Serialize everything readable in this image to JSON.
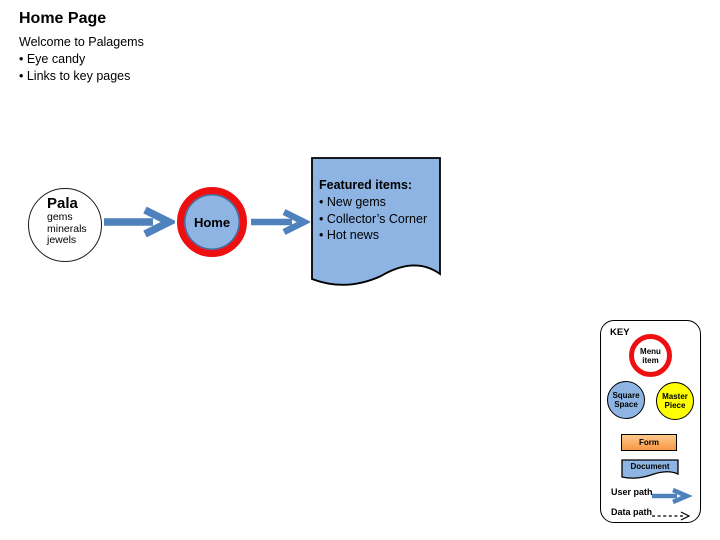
{
  "slide": {
    "title": "Home Page",
    "subtitle": "Welcome to Palagems",
    "bullets": [
      "• Eye candy",
      "• Links to key pages"
    ]
  },
  "diagram": {
    "pala": {
      "title": "Pala",
      "items": [
        "gems",
        "minerals",
        "jewels"
      ]
    },
    "home": {
      "label": "Home"
    },
    "featured": {
      "title": "Featured items:",
      "bullets": [
        "• New gems",
        "• Collector’s Corner",
        "• Hot news"
      ]
    }
  },
  "key": {
    "title": "KEY",
    "menu_item_label": "Menu item",
    "square_space_label": "Square Space",
    "master_piece_label": "Master Piece",
    "form_label": "Form",
    "document_label": "Document",
    "user_path_label": "User path",
    "data_path_label": "Data path"
  },
  "colors": {
    "node_fill": "#8db4e2",
    "node_inner_ring": "#44699d",
    "menu_ring_red": "#ee1010",
    "arrow_blue": "#4f81bd",
    "master_yellow": "#ffff00",
    "form_orange_top": "#fdca8c",
    "form_orange_bottom": "#f79646"
  }
}
